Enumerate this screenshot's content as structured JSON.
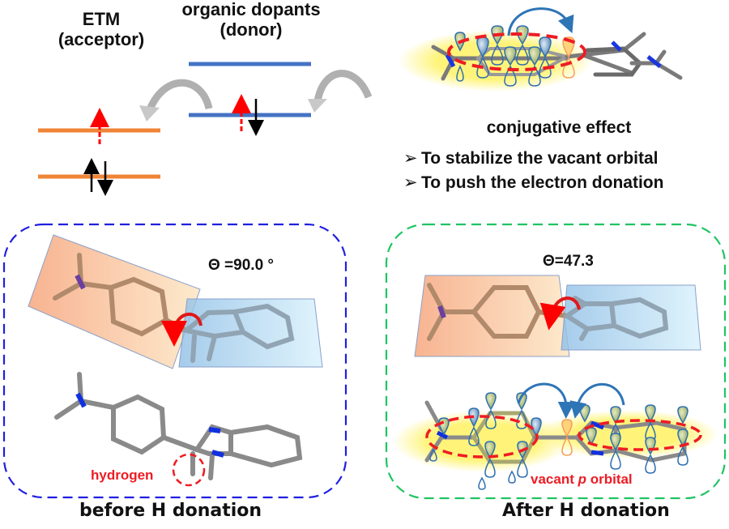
{
  "energy_diagram": {
    "acceptor_label_line1": "ETM",
    "acceptor_label_line2": "(acceptor)",
    "donor_label_line1": "organic dopants",
    "donor_label_line2": "(donor)",
    "acceptor_level_color": "#f08436",
    "donor_level_color": "#4472c4",
    "transfer_arrow_color": "#a6a6a6",
    "electron_dashed_color": "#ff0000"
  },
  "conjugation": {
    "title": "conjugative effect",
    "bullet_symbol": "➢",
    "bullets": [
      "To stabilize the vacant orbital",
      "To push the electron donation"
    ]
  },
  "panel_before": {
    "border_color": "#1f1fe0",
    "angle_label": "Θ =90.0 °",
    "annotation": "hydrogen",
    "caption": "before H donation"
  },
  "panel_after": {
    "border_color": "#1fc462",
    "angle_label": "Θ=47.3",
    "annotation_prefix": "vacant ",
    "annotation_italic": "p",
    "annotation_suffix": " orbital",
    "caption": "After H donation"
  },
  "colors": {
    "plane_orange": "#f6b892",
    "plane_blue": "#a9d3f2",
    "orbital_outline": "#2f6fb0",
    "orbital_fill": "#a9b96a",
    "glow": "#fff36a",
    "ring_dash": "#ee1c24",
    "bond_gray": "#8a8a8a",
    "bond_tan": "#b08a6a",
    "nitrogen_blue": "#1030e0"
  }
}
